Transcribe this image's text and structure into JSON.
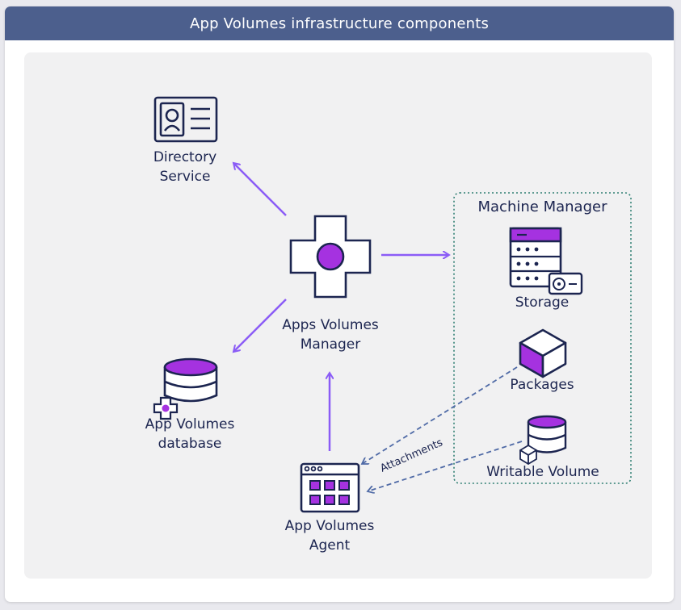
{
  "header": {
    "title": "App Volumes infrastructure components"
  },
  "nodes": {
    "directory_service": {
      "line1": "Directory",
      "line2": "Service",
      "icon": "id-card-icon"
    },
    "manager": {
      "line1": "Apps Volumes",
      "line2": "Manager",
      "icon": "plus-cross-icon"
    },
    "database": {
      "line1": "App Volumes",
      "line2": "database",
      "icon": "database-icon"
    },
    "agent": {
      "line1": "App Volumes",
      "line2": "Agent",
      "icon": "app-grid-window-icon"
    }
  },
  "machine_manager": {
    "title": "Machine Manager",
    "storage": {
      "label": "Storage",
      "icon": "server-storage-icon"
    },
    "packages": {
      "label": "Packages",
      "icon": "cube-package-icon"
    },
    "writable_volume": {
      "label": "Writable Volume",
      "icon": "database-cube-icon"
    }
  },
  "edges": {
    "attachments_label": "Attachments"
  },
  "colors": {
    "header_bg": "#4c5f8d",
    "accent_purple": "#a532e0",
    "arrow_purple": "#8b5cf6",
    "navy": "#1c2550",
    "dashed_arrow": "#4f6aa6",
    "machine_border": "#2f7f73"
  }
}
